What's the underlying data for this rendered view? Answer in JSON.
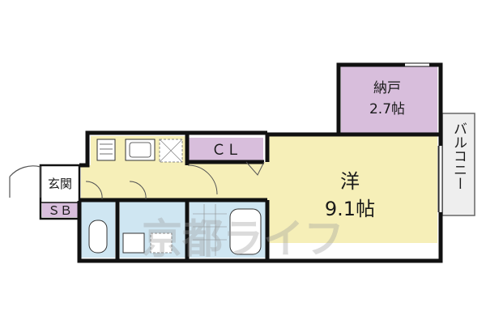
{
  "rooms": {
    "western": {
      "name": "洋",
      "size": "9.1帖"
    },
    "storage": {
      "name": "納戸",
      "size": "2.7帖"
    },
    "closet": {
      "name": "ＣＬ"
    },
    "entrance": {
      "name": "玄関"
    },
    "shoe_box": {
      "name": "ＳＢ"
    },
    "balcony": {
      "name": "バルコニー"
    }
  },
  "watermark": "京都ライフ",
  "colors": {
    "western": "#f6efb8",
    "storage": "#d8bedc",
    "closet": "#d8bedc",
    "kitchen": "#f6efb8",
    "toilet": "#cfe6f2",
    "bath": "#cfe6f2",
    "wall": "#111111",
    "entrance": "#ffffff",
    "balcony": "#eeeeee"
  }
}
